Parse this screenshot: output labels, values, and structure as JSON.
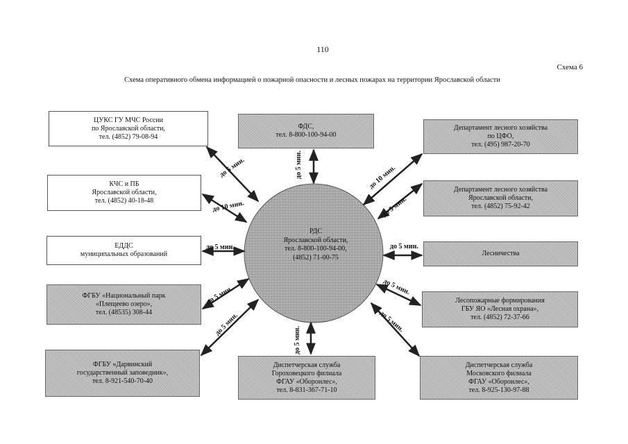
{
  "page_number": "110",
  "scheme_label": "Схема 6",
  "title": "Схема оперативного обмена информацией о пожарной опасности  и лесных пожарах на территории Ярославской области",
  "center": {
    "lines": [
      "РДС",
      "Ярославской области,",
      "тел. 8-800-100-94-00,",
      "(4852) 71-00-75"
    ]
  },
  "boxes": {
    "tsuks": [
      "ЦУКС ГУ МЧС России",
      "по Ярославской области,",
      "тел. (4852) 79-08-94"
    ],
    "kchs": [
      "КЧС и ПБ",
      "Ярославской области,",
      "тел. (4852) 40-18-48"
    ],
    "edds": [
      "ЕДДС",
      "муниципальных образований"
    ],
    "park": [
      "ФГБУ «Национальный парк",
      "«Плещеево озеро»,",
      "тел. (48535) 308-44"
    ],
    "darwin": [
      "ФГБУ «Дарвинский",
      "государственный заповедник»,",
      "тел. 8-921-540-70-40"
    ],
    "fds": [
      "ФДС,",
      "тел. 8-800-100-94-00"
    ],
    "dept_cfo": [
      "Департамент лесного хозяйства",
      "по ЦФО,",
      "тел. (495) 987-20-70"
    ],
    "dept_yar": [
      "Департамент лесного хозяйства",
      "Ярославской области,",
      "тел. (4852) 75-92-42"
    ],
    "forestry": [
      "Лесничества"
    ],
    "fire_units": [
      "Лесопожарные формирования",
      "ГБУ ЯО «Лесная охрана»,",
      "тел. (4852) 72-37-66"
    ],
    "gorokhovets": [
      "Диспетчерская служба",
      "Гороховецкого филиала",
      "ФГАУ «Оборонлес»,",
      "тел. 8-831-367-71-10"
    ],
    "moscow": [
      "Диспетчерская служба",
      "Московского филиала",
      "ФГАУ «Оборонлес»,",
      "тел. 8-925-130-97-88"
    ]
  },
  "links": {
    "tsuks": "до 5 мин.",
    "kchs": "до 10 мин.",
    "edds": "до 5 мин.",
    "park": "до 5 мин.",
    "darwin": "до 5 мин.",
    "fds": "до 5 мин.",
    "dept_cfo": "до 10 мин.",
    "dept_yar": "до 5 мин.",
    "forestry": "до 5 мин.",
    "fire_units": "до 5 мин.",
    "gorokhovets": "до 5 мин.",
    "moscow": "до 5 мин."
  },
  "colors": {
    "box_fill": "#b7b7b7",
    "circle_fill": "#a9a9a9",
    "line": "#222222"
  }
}
